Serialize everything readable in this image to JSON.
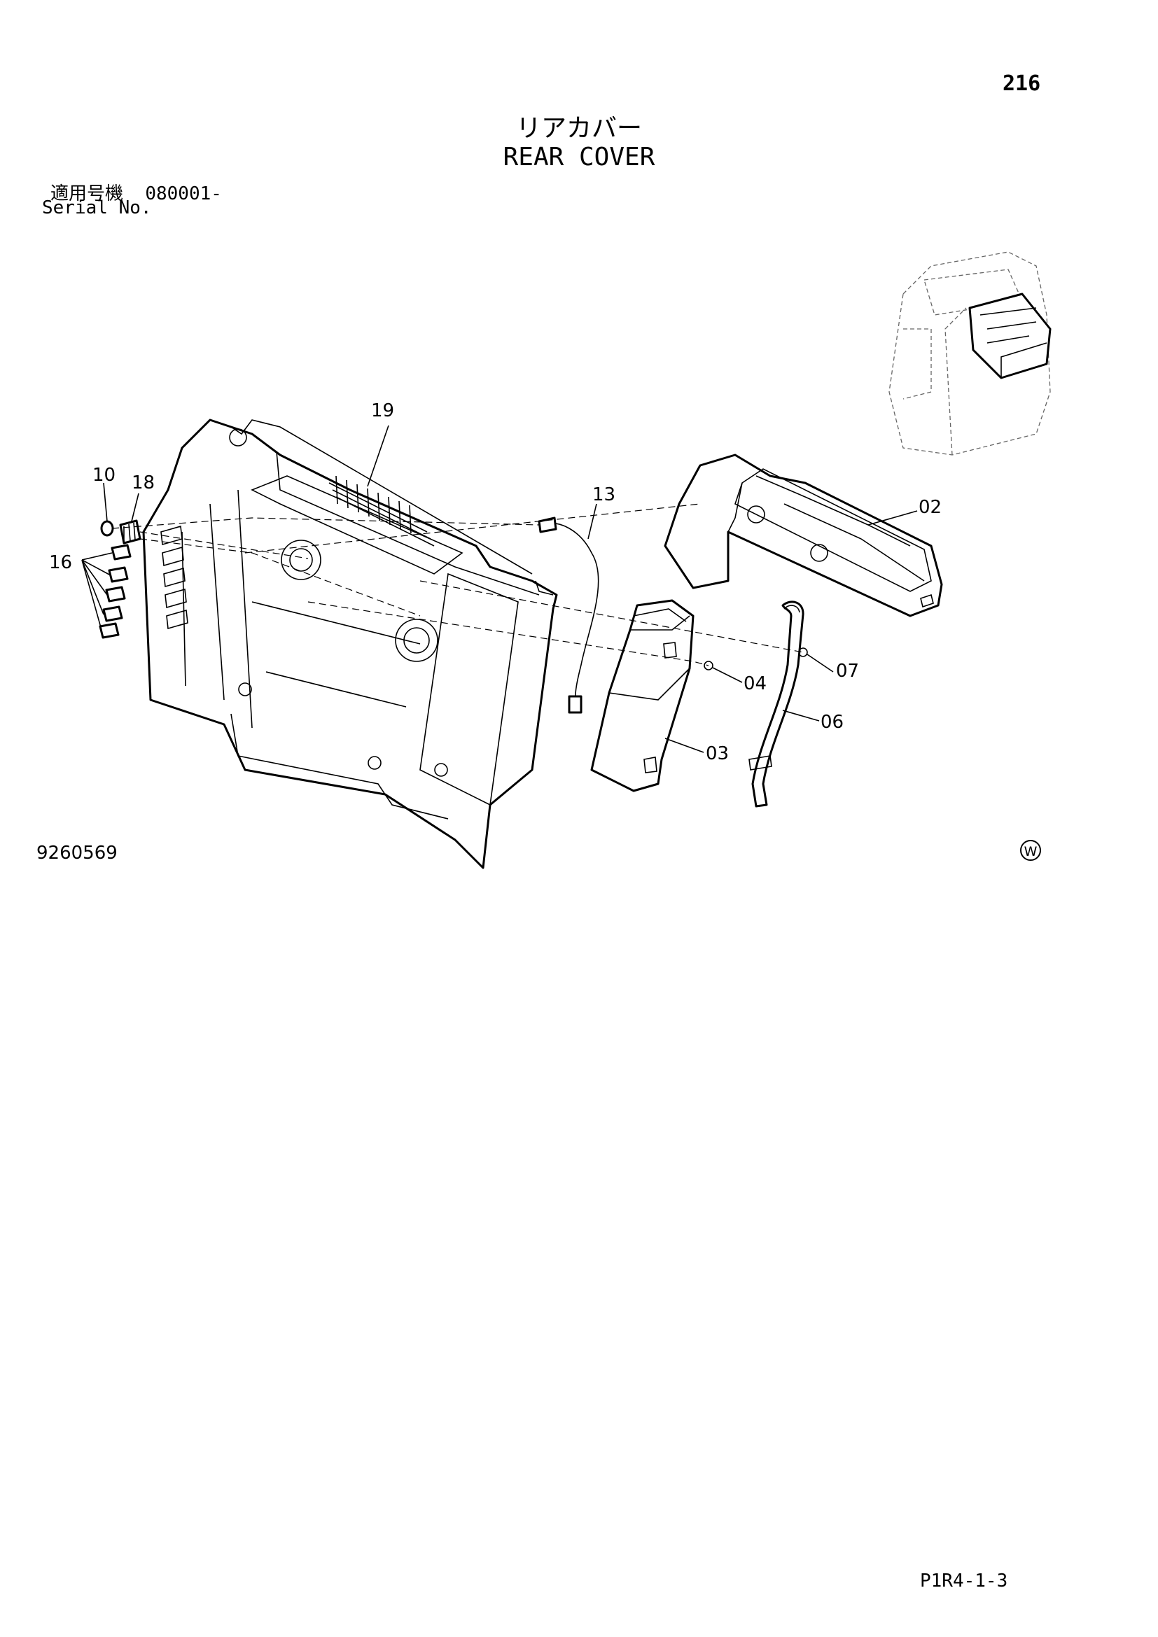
{
  "header": {
    "page_number": "216",
    "title_jp": "リアカバー",
    "title_en": "REAR COVER",
    "serial_label_jp": "適用号機",
    "serial_value": "080001-",
    "serial_label_en": "Serial No."
  },
  "diagram": {
    "callouts": [
      "19",
      "10",
      "18",
      "16",
      "13",
      "02",
      "04",
      "07",
      "06",
      "03"
    ],
    "figure_id": "9260569",
    "watermark_mark": "W"
  },
  "footer": {
    "page_code": "P1R4-1-3"
  }
}
